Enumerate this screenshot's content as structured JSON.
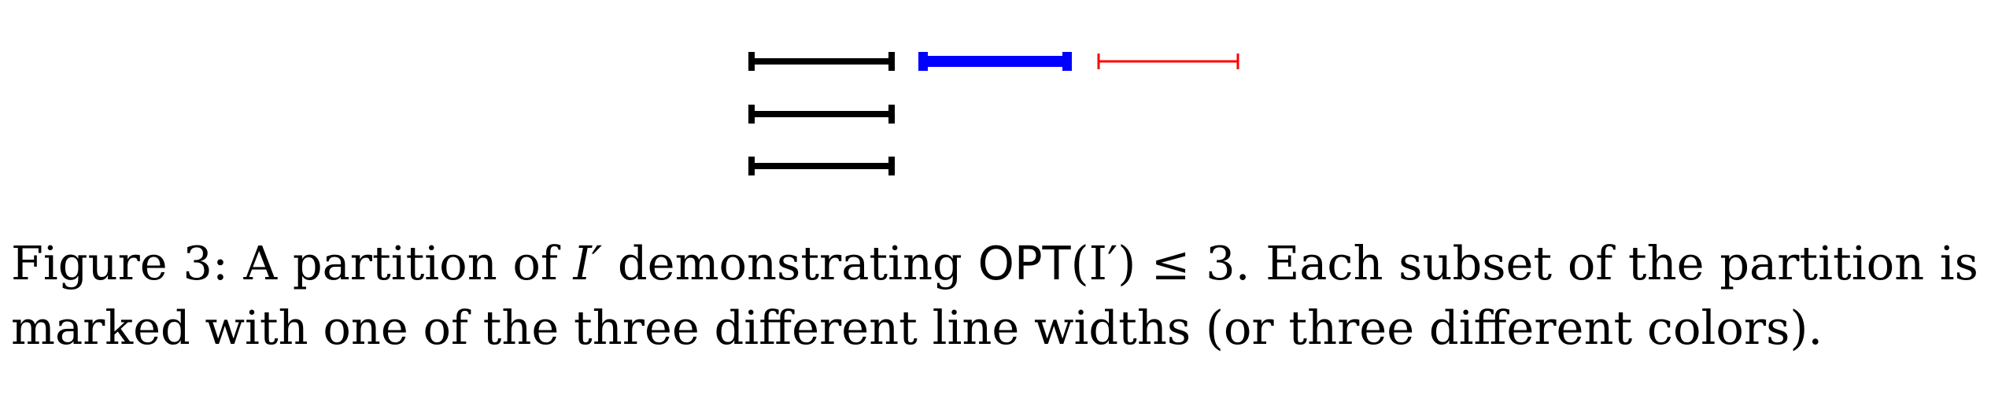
{
  "figure": {
    "segments": [
      {
        "group": "black",
        "color": "#000000",
        "width": "thick"
      },
      {
        "group": "black",
        "color": "#000000",
        "width": "thick"
      },
      {
        "group": "black",
        "color": "#000000",
        "width": "thick"
      },
      {
        "group": "blue",
        "color": "#0000ff",
        "width": "very thick"
      },
      {
        "group": "red",
        "color": "#ff0000",
        "width": "thin"
      }
    ]
  },
  "caption": {
    "label": "Figure 3:",
    "text_a": "A partition of",
    "var_i": "I′",
    "text_b": "demonstrating",
    "opt": "OPT",
    "paren_expr": "(I′) ≤ 3.",
    "text_c": "Each subset of the partition is",
    "line2": "marked with one of the three different line widths (or three different colors)."
  }
}
